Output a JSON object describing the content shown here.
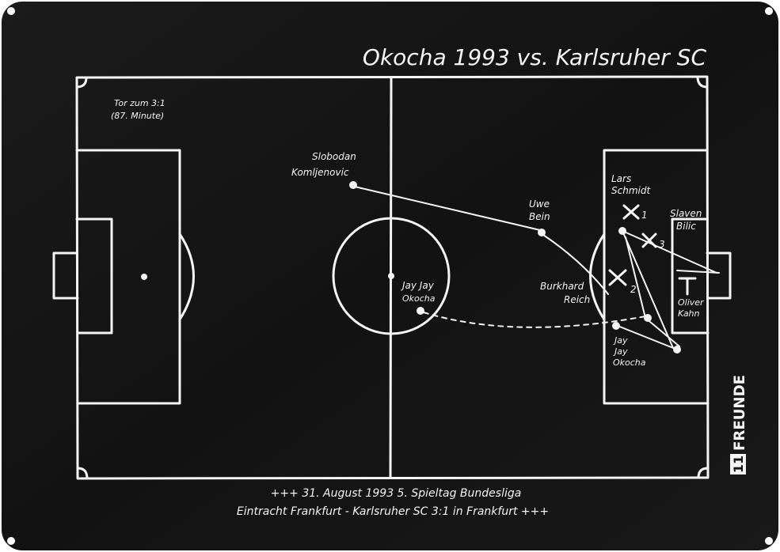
{
  "title": "Okocha 1993 vs. Karlsruher SC",
  "goal_note": {
    "line1": "Tor zum 3:1",
    "line2": "(87. Minute)"
  },
  "players": {
    "komljenovic": {
      "line1": "Slobodan",
      "line2": "Komljenovic"
    },
    "bein": {
      "line1": "Uwe",
      "line2": "Bein"
    },
    "okocha_center": {
      "line1": "Jay Jay",
      "line2": "Okocha"
    },
    "reich": {
      "line1": "Burkhard",
      "line2": "Reich"
    },
    "schmidt": {
      "line1": "Lars",
      "line2": "Schmidt"
    },
    "bilic": {
      "line1": "Slaven",
      "line2": "Bilic"
    },
    "kahn": {
      "line1": "Oliver",
      "line2": "Kahn"
    },
    "okocha_box": {
      "line1": "Jay",
      "line2": "Jay",
      "line3": "Okocha"
    }
  },
  "defender_numbers": {
    "one": "1",
    "two": "2",
    "three": "3"
  },
  "footer": {
    "line1": "+++ 31. August 1993 5. Spieltag Bundesliga",
    "line2": "Eintracht Frankfurt - Karlsruher SC 3:1 in Frankfurt +++"
  },
  "brand": {
    "number": "11",
    "name": "FREUNDE"
  },
  "colors": {
    "board": "#141414",
    "chalk": "#f4f4f4"
  }
}
